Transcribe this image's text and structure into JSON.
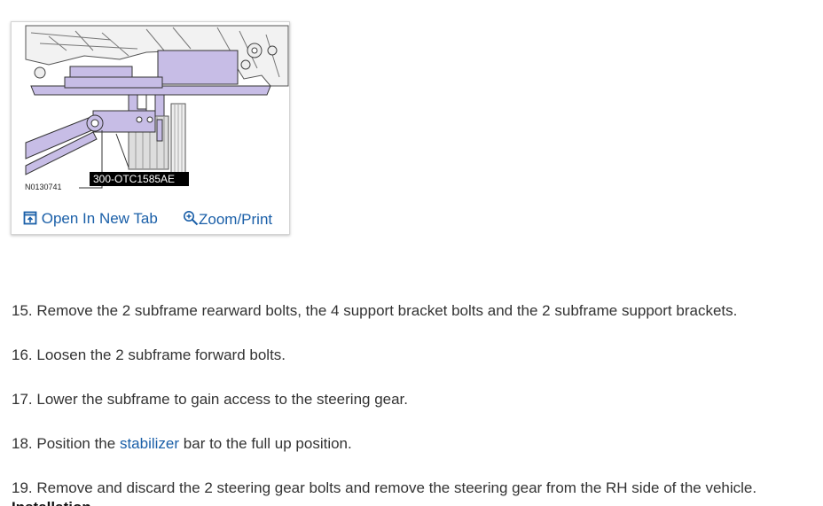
{
  "figure": {
    "figure_id": "N0130741",
    "tool_label": "300-OTC1585AE",
    "open_tab_label": "Open In New Tab",
    "zoom_label": "Zoom/Print",
    "icons": {
      "open_tab": "open-new-tab-icon",
      "zoom": "zoom-icon"
    },
    "accent_color": "#1a5fa8",
    "fill_color": "#c7bde6",
    "stroke_color": "#333333"
  },
  "steps": [
    {
      "number": "15.",
      "text": "Remove the 2 subframe rearward bolts, the 4 support bracket bolts and the 2 subframe support brackets."
    },
    {
      "number": "16.",
      "text": "Loosen the 2 subframe forward bolts."
    },
    {
      "number": "17.",
      "text": "Lower the subframe to gain access to the steering gear."
    },
    {
      "number": "18.",
      "text_before": "Position the",
      "link": "stabilizer",
      "text_after": "bar to the full up position."
    },
    {
      "number": "19.",
      "text": "Remove and discard the 2 steering gear bolts and remove the steering gear from the RH side of the vehicle."
    }
  ],
  "next_heading": "Installation"
}
